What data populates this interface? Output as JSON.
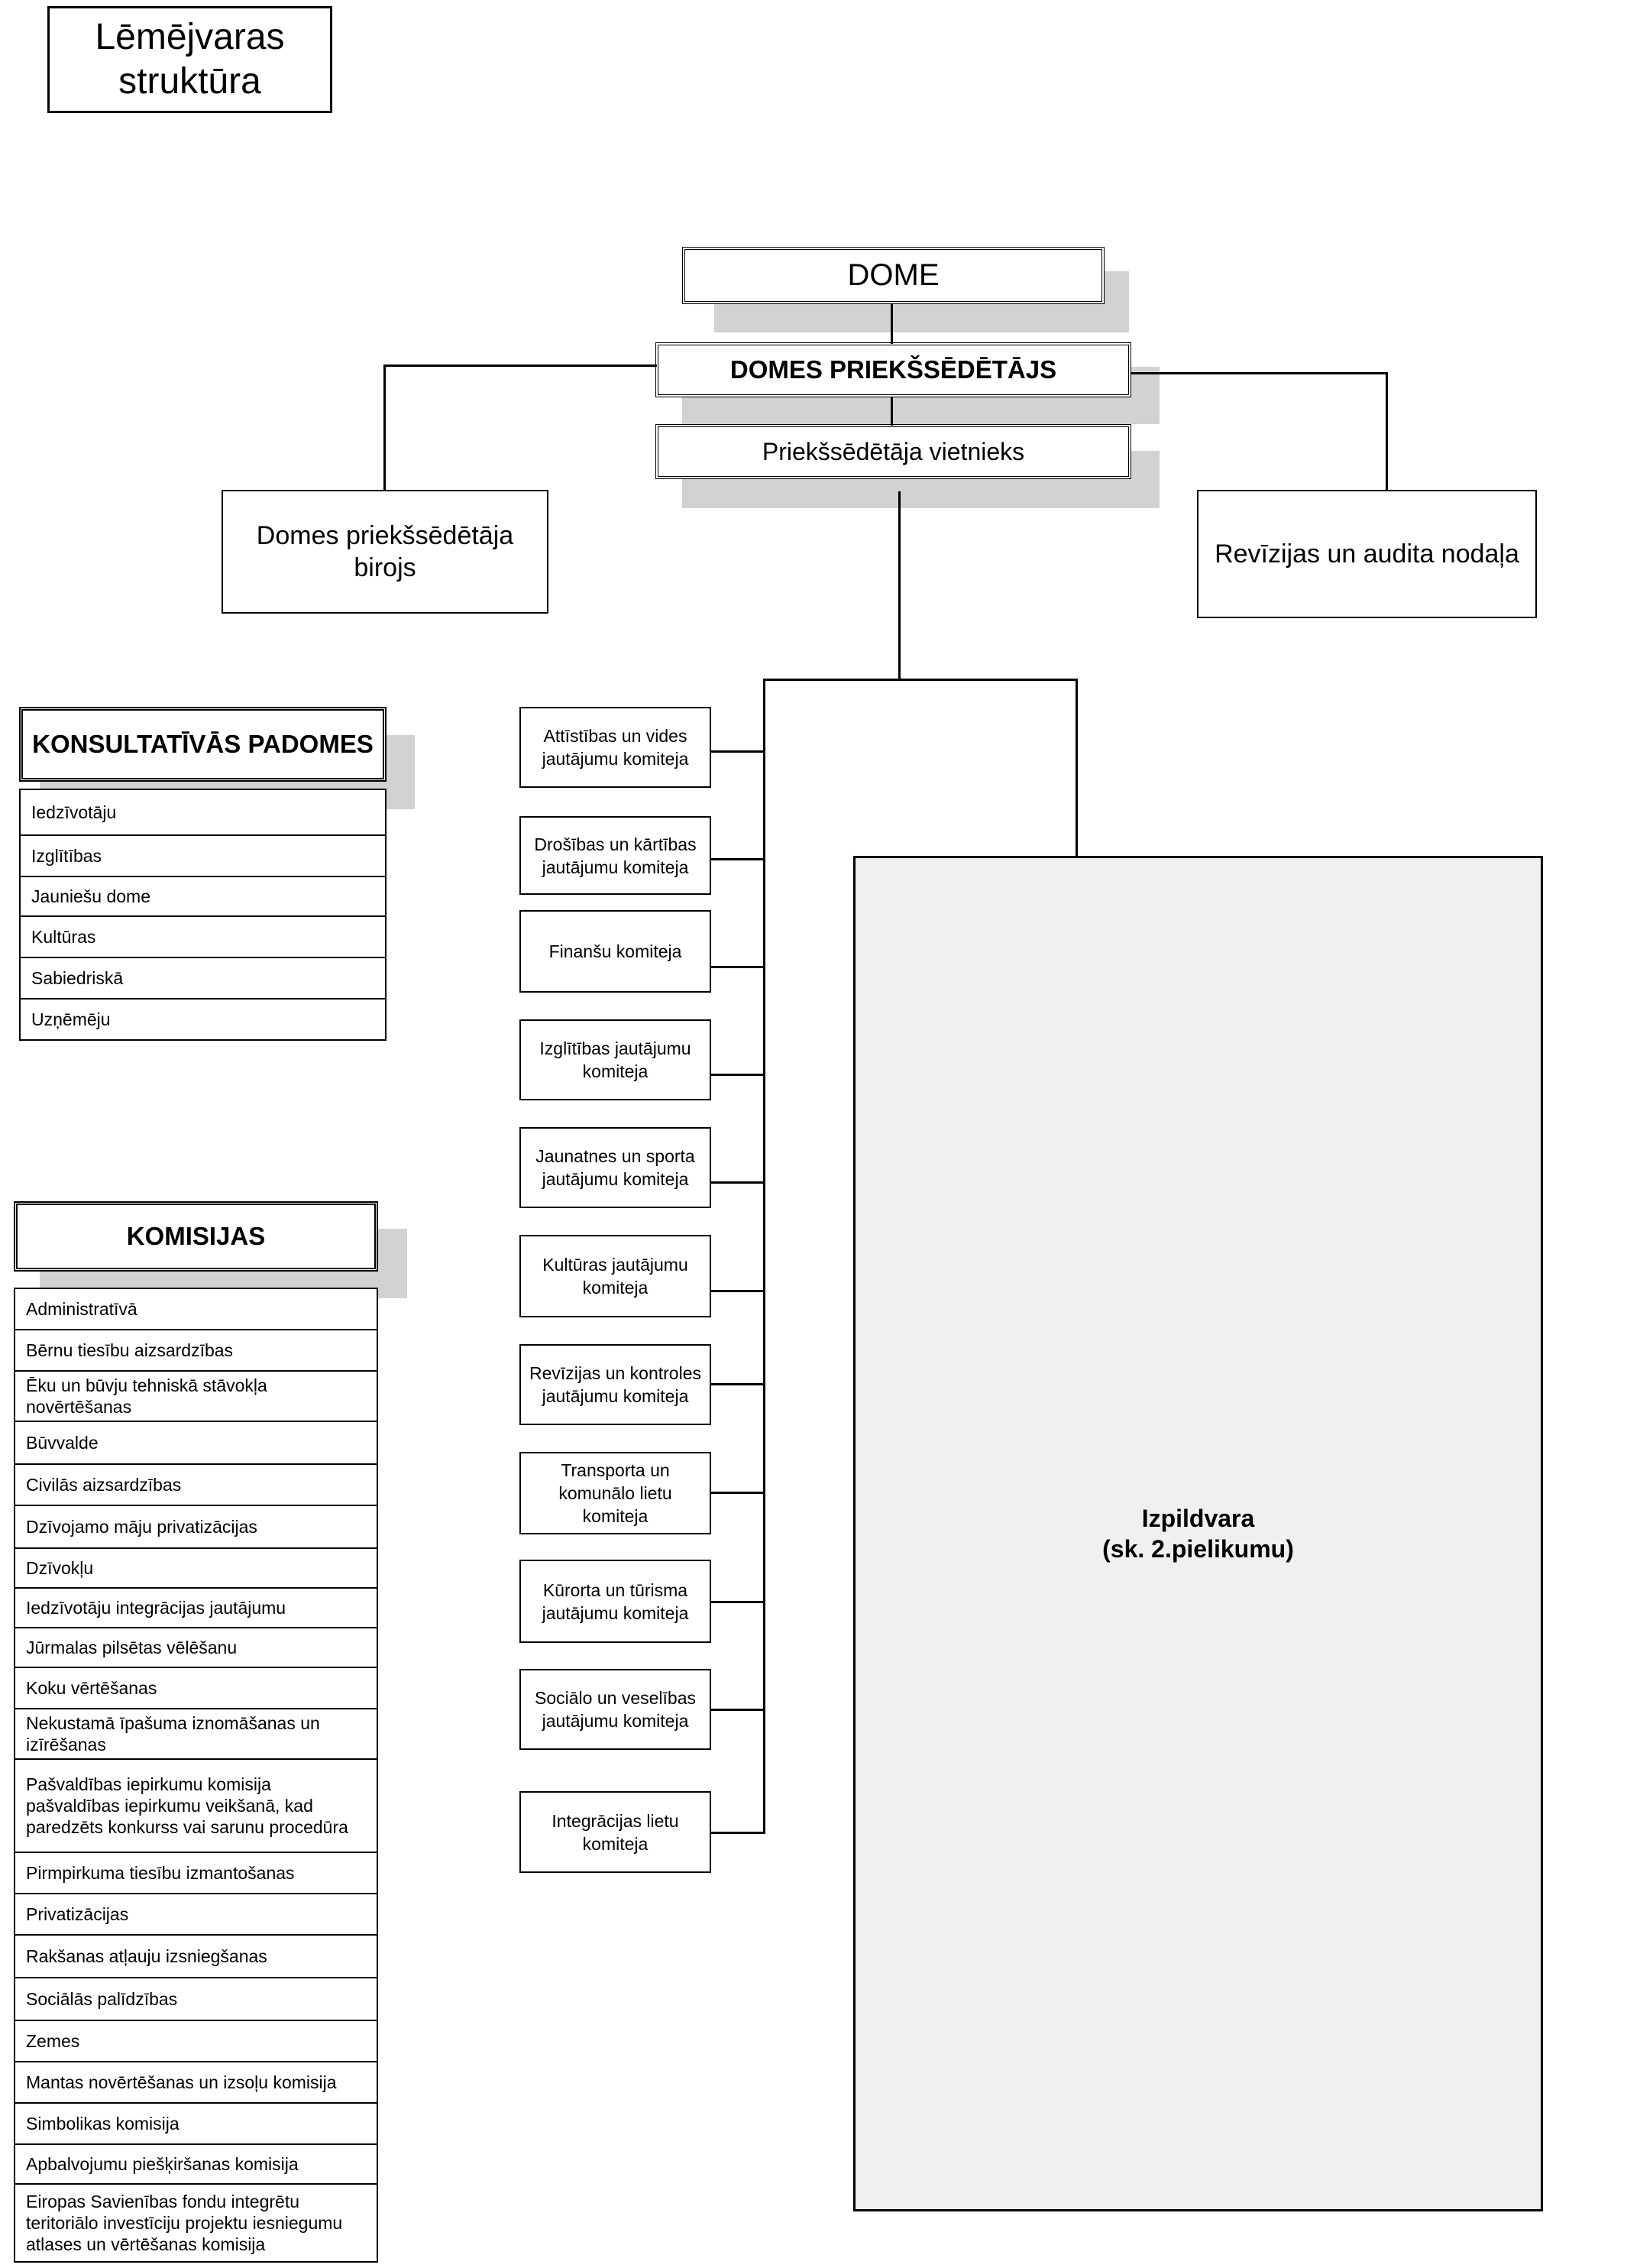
{
  "title": "Lēmējvaras struktūra",
  "top": {
    "dome": "DOME",
    "chairman": "DOMES PRIEKŠSĒDĒTĀJS",
    "vice_chairman": "Priekšsēdētāja vietnieks",
    "office": "Domes priekšsēdētāja birojs",
    "audit": "Revīzijas un audita nodaļa"
  },
  "advisory": {
    "header": "KONSULTATĪVĀS PADOMES",
    "items": [
      "Iedzīvotāju",
      "Izglītības",
      "Jauniešu dome",
      "Kultūras",
      "Sabiedriskā",
      "Uzņēmēju"
    ]
  },
  "commissions": {
    "header": "KOMISIJAS",
    "items": [
      "Administratīvā",
      "Bērnu tiesību aizsardzības",
      "Ēku un būvju tehniskā stāvokļa novērtēšanas",
      "Būvvalde",
      "Civilās aizsardzības",
      "Dzīvojamo māju privatizācijas",
      "Dzīvokļu",
      "Iedzīvotāju integrācijas jautājumu",
      "Jūrmalas pilsētas vēlēšanu",
      "Koku vērtēšanas",
      "Nekustamā īpašuma iznomāšanas un izīrēšanas",
      "Pašvaldības iepirkumu komisija pašvaldības iepirkumu veikšanā, kad paredzēts konkurss vai sarunu procedūra",
      "Pirmpirkuma tiesību izmantošanas",
      "Privatizācijas",
      "Rakšanas atļauju izsniegšanas",
      "Sociālās palīdzības",
      "Zemes",
      "Mantas novērtēšanas un izsoļu komisija",
      "Simbolikas komisija",
      "Apbalvojumu piešķiršanas komisija",
      "Eiropas Savienības fondu integrētu teritoriālo investīciju projektu iesniegumu atlases un vērtēšanas komisija"
    ]
  },
  "committees": [
    "Attīstības un vides jautājumu komiteja",
    "Drošības un kārtības jautājumu komiteja",
    "Finanšu komiteja",
    "Izglītības jautājumu komiteja",
    "Jaunatnes un sporta jautājumu komiteja",
    "Kultūras jautājumu komiteja",
    "Revīzijas un kontroles jautājumu komiteja",
    "Transporta un komunālo lietu komiteja",
    "Kūrorta un tūrisma jautājumu komiteja",
    "Sociālo un veselības jautājumu komiteja",
    "Integrācijas lietu komiteja"
  ],
  "executive": {
    "line1": "Izpildvara",
    "line2": "(sk. 2.pielikumu)"
  }
}
